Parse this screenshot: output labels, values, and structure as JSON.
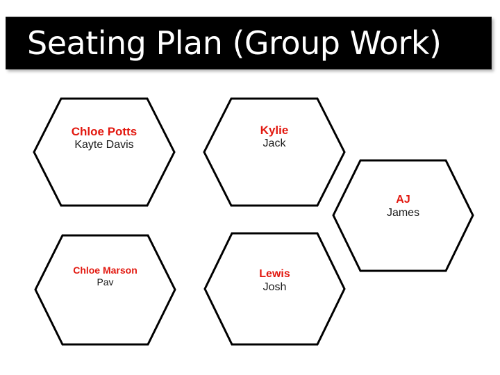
{
  "title": {
    "text": "Seating Plan (Group Work)",
    "background_color": "#000000",
    "text_color": "#FFFFFF"
  },
  "theme": {
    "page_background": "#FFFFFF",
    "hexagon_fill": "#FFFFFF",
    "hexagon_outline": "#000000",
    "primary_name_color": "#E2180F",
    "secondary_name_color": "#1A1A1A"
  },
  "seats": [
    {
      "id": "seat-1",
      "primary": "Chloe Potts",
      "secondary": "Kayte Davis"
    },
    {
      "id": "seat-2",
      "primary": "Kylie",
      "secondary": "Jack"
    },
    {
      "id": "seat-3",
      "primary": "AJ",
      "secondary": "James"
    },
    {
      "id": "seat-4",
      "primary": "Chloe Marson",
      "secondary": "Pav"
    },
    {
      "id": "seat-5",
      "primary": "Lewis",
      "secondary": "Josh"
    }
  ]
}
